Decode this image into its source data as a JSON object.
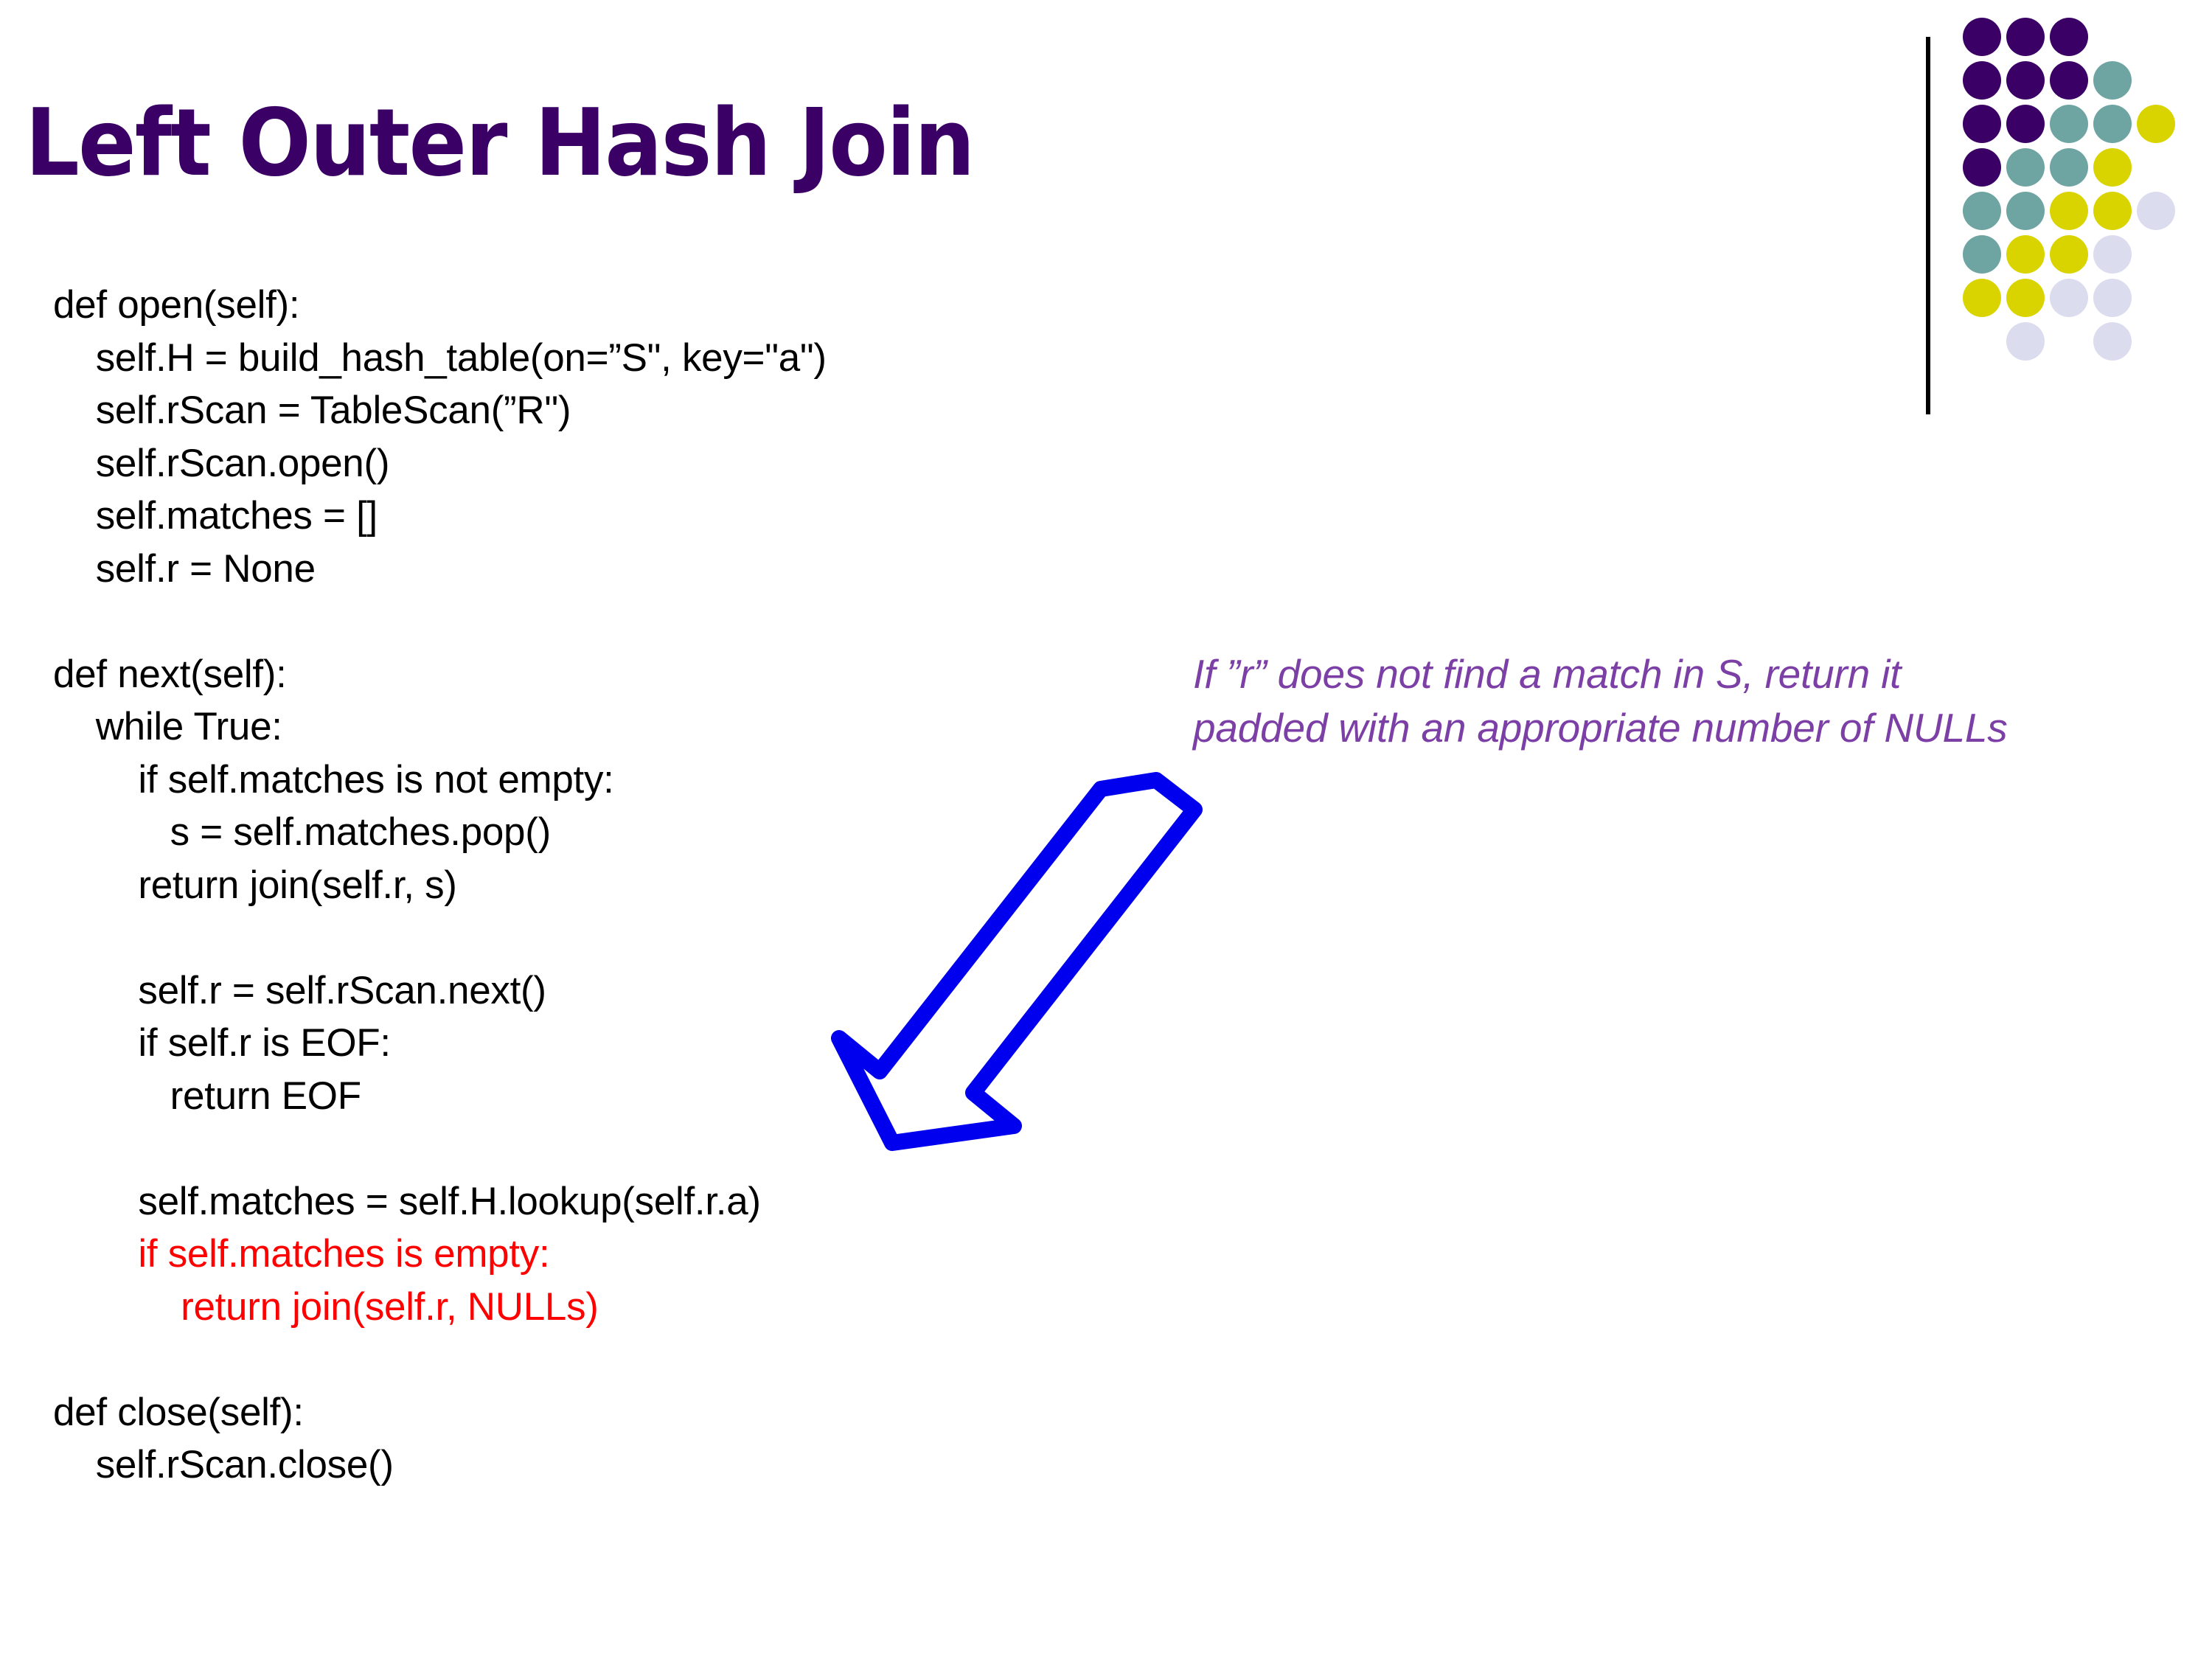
{
  "slide": {
    "title": "Left Outer Hash Join",
    "title_color": "#3B0066",
    "background": "#ffffff"
  },
  "logo": {
    "name": "dot-grid-logo",
    "divider_color": "#000000",
    "colors": {
      "purple": "#3B0066",
      "teal": "#6EA5A2",
      "yellow": "#D9D400",
      "lavender": "#DCDCEF"
    },
    "grid": [
      [
        "purple",
        "purple",
        "purple",
        null,
        null
      ],
      [
        "purple",
        "purple",
        "purple",
        "teal",
        null
      ],
      [
        "purple",
        "purple",
        "teal",
        "teal",
        "yellow"
      ],
      [
        "purple",
        "teal",
        "teal",
        "yellow",
        null
      ],
      [
        "teal",
        "teal",
        "yellow",
        "yellow",
        "lavender"
      ],
      [
        "teal",
        "yellow",
        "yellow",
        "lavender",
        null
      ],
      [
        "yellow",
        "yellow",
        "lavender",
        "lavender",
        null
      ],
      [
        null,
        "lavender",
        null,
        "lavender",
        null
      ]
    ]
  },
  "code": {
    "text_color": "#000000",
    "highlight_color": "#FF0000",
    "lines": [
      {
        "text": "def open(self):",
        "color": "black"
      },
      {
        "text": "    self.H = build_hash_table(on=”S\", key=\"a\")",
        "color": "black"
      },
      {
        "text": "    self.rScan = TableScan(”R\")",
        "color": "black"
      },
      {
        "text": "    self.rScan.open()",
        "color": "black"
      },
      {
        "text": "    self.matches = []",
        "color": "black"
      },
      {
        "text": "    self.r = None",
        "color": "black"
      },
      {
        "text": "",
        "color": "black"
      },
      {
        "text": "def next(self):",
        "color": "black"
      },
      {
        "text": "    while True:",
        "color": "black"
      },
      {
        "text": "        if self.matches is not empty:",
        "color": "black"
      },
      {
        "text": "           s = self.matches.pop()",
        "color": "black"
      },
      {
        "text": "        return join(self.r, s)",
        "color": "black"
      },
      {
        "text": "",
        "color": "black"
      },
      {
        "text": "        self.r = self.rScan.next()",
        "color": "black"
      },
      {
        "text": "        if self.r is EOF:",
        "color": "black"
      },
      {
        "text": "           return EOF",
        "color": "black"
      },
      {
        "text": "",
        "color": "black"
      },
      {
        "text": "        self.matches = self.H.lookup(self.r.a)",
        "color": "black"
      },
      {
        "text": "        if self.matches is empty:",
        "color": "red"
      },
      {
        "text": "            return join(self.r, NULLs)",
        "color": "red"
      },
      {
        "text": "",
        "color": "black"
      },
      {
        "text": "def close(self):",
        "color": "black"
      },
      {
        "text": "    self.rScan.close()",
        "color": "black"
      }
    ]
  },
  "annotation": {
    "text": "If ”r” does not find a match in S, return it\npadded with an appropriate number of NULLs",
    "color": "#7B3FA6"
  },
  "arrow": {
    "name": "callout-arrow",
    "color": "#0000EE",
    "direction": "down-left"
  }
}
